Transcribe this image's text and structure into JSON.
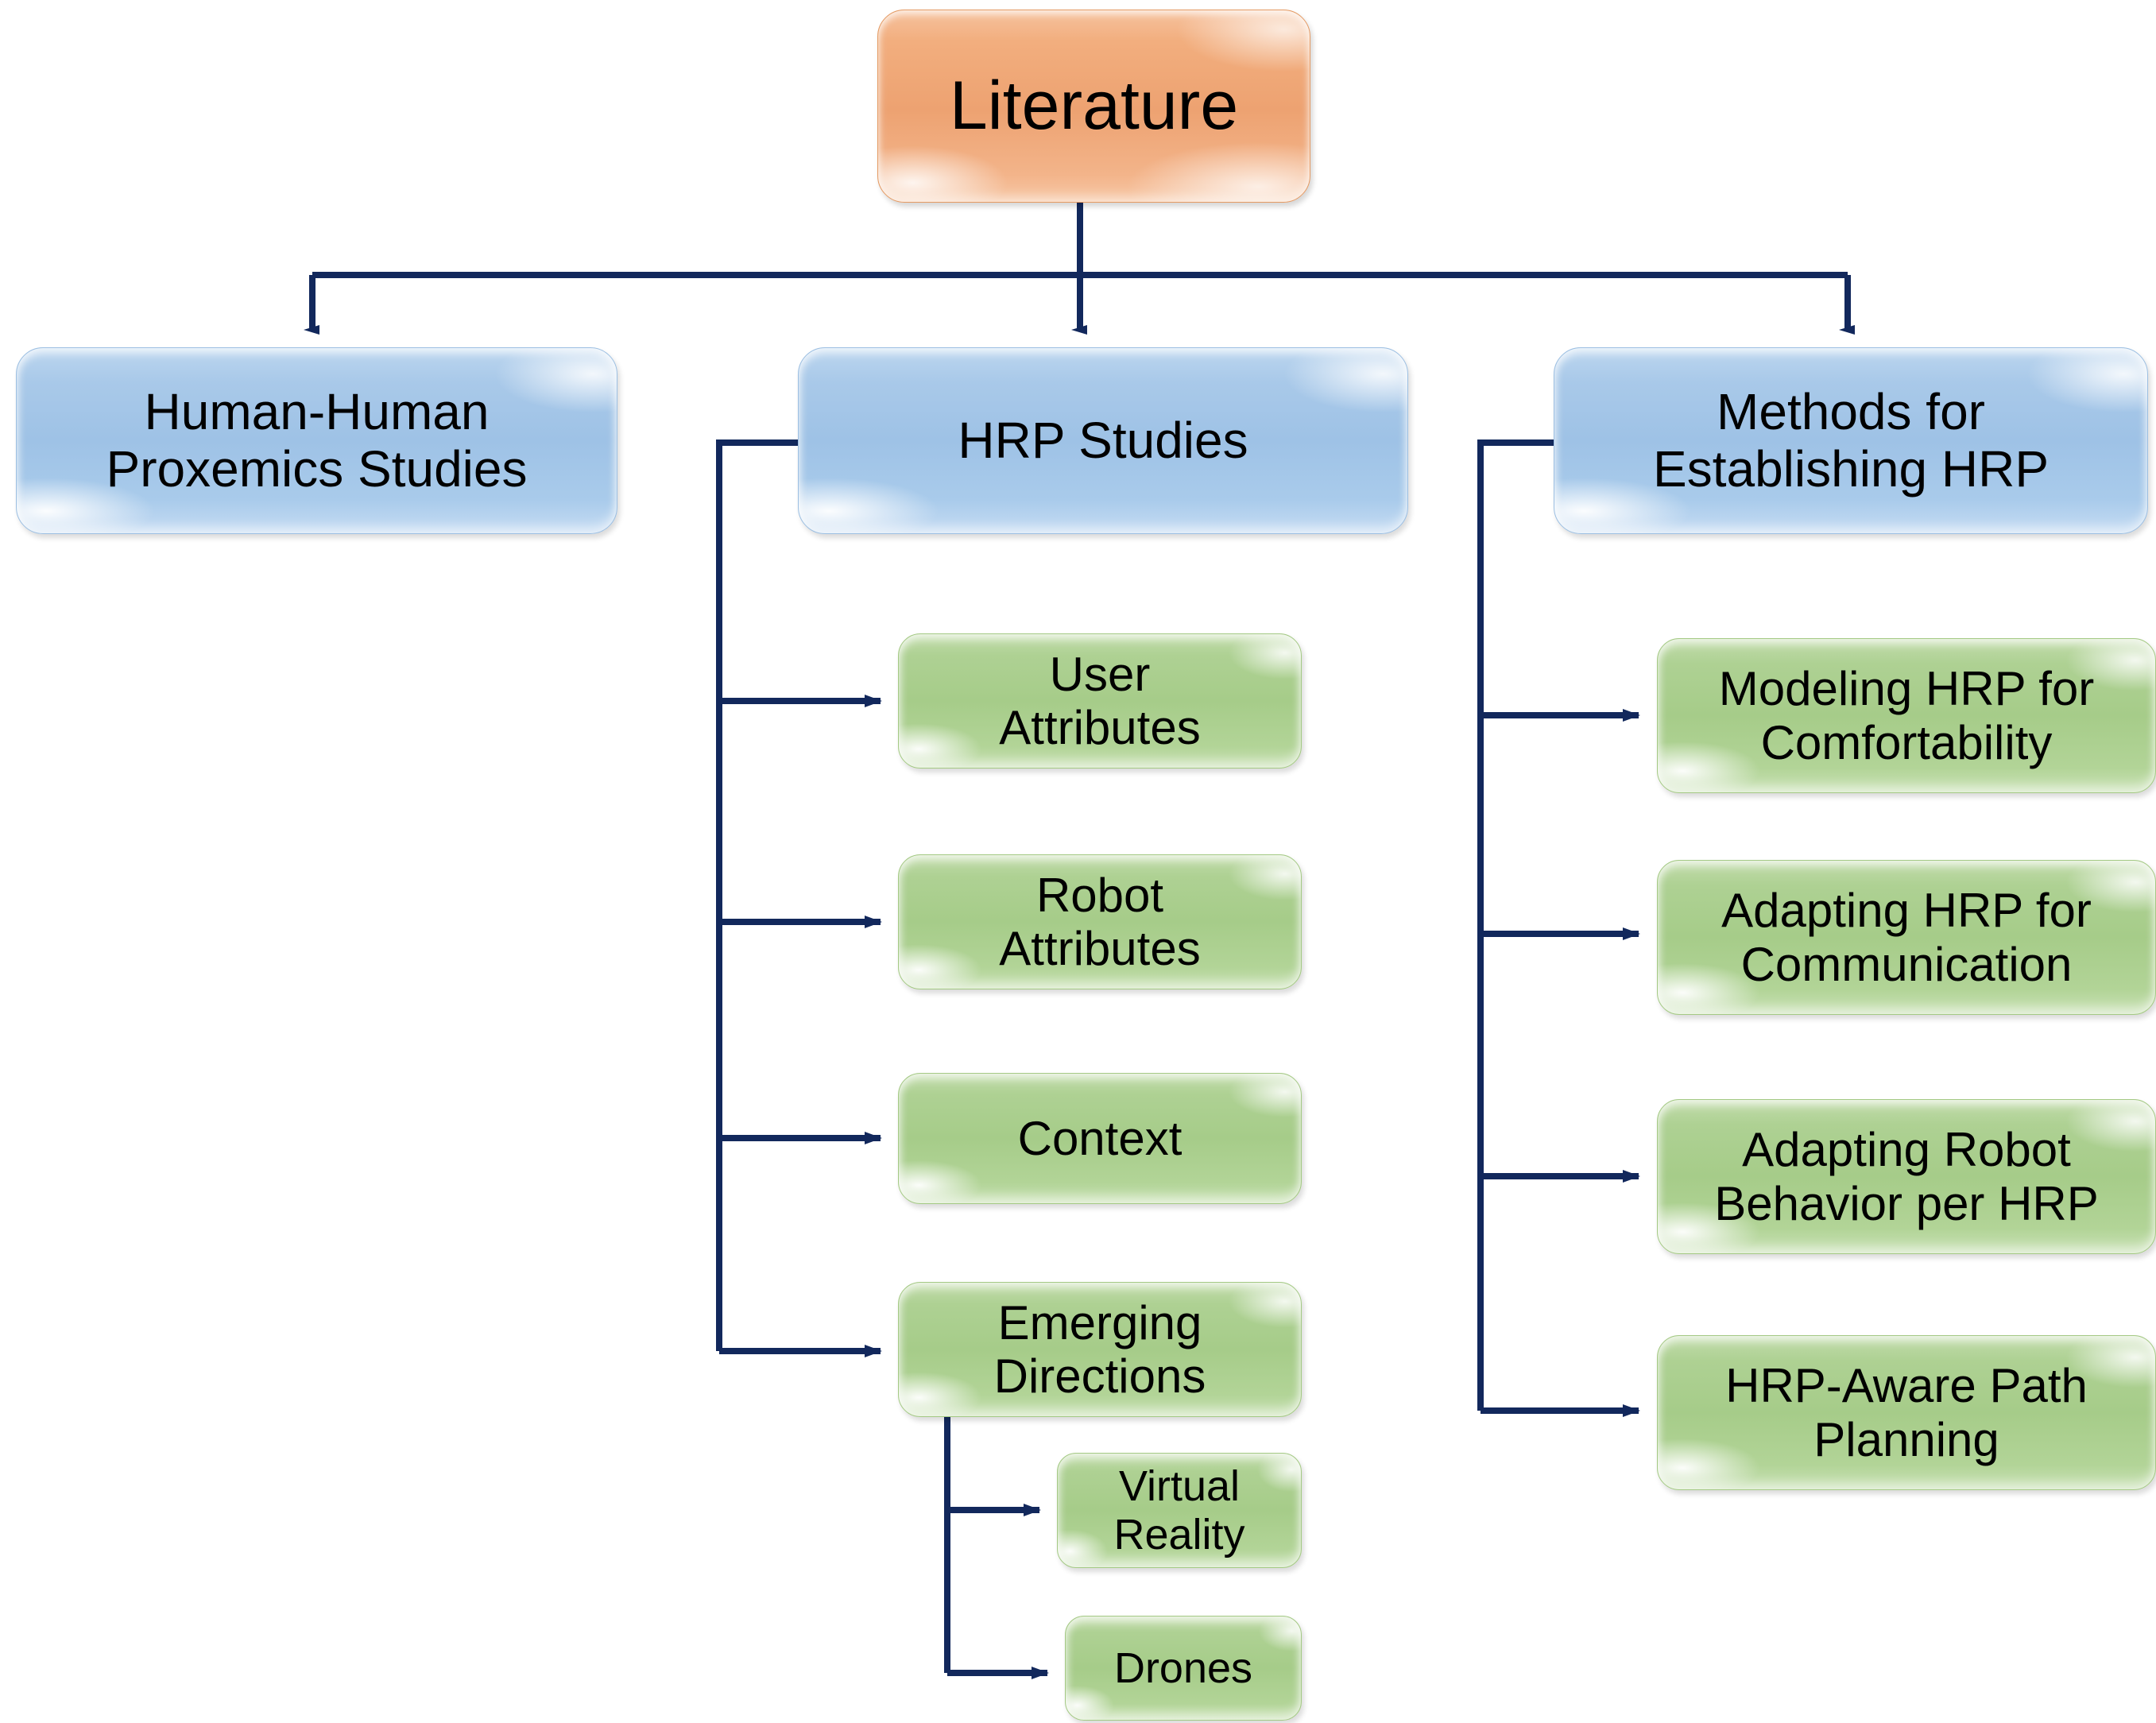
{
  "diagram": {
    "title": "Literature taxonomy flowchart",
    "colors": {
      "root_fill": "#F2AE7E",
      "level1_fill": "#A9C9E9",
      "level2_fill": "#AACF8D",
      "connector": "#12285C",
      "text": "#000000",
      "background": "#FFFFFF"
    },
    "nodes": {
      "root": {
        "label": "Literature"
      },
      "level1": [
        {
          "id": "human-human-proxemics-studies",
          "label": "Human-Human\nProxemics Studies"
        },
        {
          "id": "hrp-studies",
          "label": "HRP Studies"
        },
        {
          "id": "methods-for-establishing-hrp",
          "label": "Methods for\nEstablishing HRP"
        }
      ],
      "hrp_studies_children": [
        {
          "id": "user-attributes",
          "label": "User\nAttributes"
        },
        {
          "id": "robot-attributes",
          "label": "Robot\nAttributes"
        },
        {
          "id": "context",
          "label": "Context"
        },
        {
          "id": "emerging-directions",
          "label": "Emerging\nDirections"
        }
      ],
      "emerging_directions_children": [
        {
          "id": "virtual-reality",
          "label": "Virtual\nReality"
        },
        {
          "id": "drones",
          "label": "Drones"
        }
      ],
      "methods_children": [
        {
          "id": "modeling-hrp-for-comfortability",
          "label": "Modeling HRP for\nComfortability"
        },
        {
          "id": "adapting-hrp-for-communication",
          "label": "Adapting HRP for\nCommunication"
        },
        {
          "id": "adapting-robot-behavior-per-hrp",
          "label": "Adapting Robot\nBehavior per HRP"
        },
        {
          "id": "hrp-aware-path-planning",
          "label": "HRP-Aware Path\nPlanning"
        }
      ]
    },
    "edges": [
      {
        "from": "root",
        "to": "human-human-proxemics-studies",
        "type": "elbow-arrow"
      },
      {
        "from": "root",
        "to": "hrp-studies",
        "type": "straight-arrow"
      },
      {
        "from": "root",
        "to": "methods-for-establishing-hrp",
        "type": "elbow-arrow"
      },
      {
        "from": "hrp-studies",
        "to": "user-attributes",
        "type": "elbow-arrow"
      },
      {
        "from": "hrp-studies",
        "to": "robot-attributes",
        "type": "elbow-arrow"
      },
      {
        "from": "hrp-studies",
        "to": "context",
        "type": "elbow-arrow"
      },
      {
        "from": "hrp-studies",
        "to": "emerging-directions",
        "type": "elbow-arrow"
      },
      {
        "from": "emerging-directions",
        "to": "virtual-reality",
        "type": "elbow-arrow"
      },
      {
        "from": "emerging-directions",
        "to": "drones",
        "type": "elbow-arrow"
      },
      {
        "from": "methods-for-establishing-hrp",
        "to": "modeling-hrp-for-comfortability",
        "type": "elbow-arrow"
      },
      {
        "from": "methods-for-establishing-hrp",
        "to": "adapting-hrp-for-communication",
        "type": "elbow-arrow"
      },
      {
        "from": "methods-for-establishing-hrp",
        "to": "adapting-robot-behavior-per-hrp",
        "type": "elbow-arrow"
      },
      {
        "from": "methods-for-establishing-hrp",
        "to": "hrp-aware-path-planning",
        "type": "elbow-arrow"
      }
    ]
  }
}
